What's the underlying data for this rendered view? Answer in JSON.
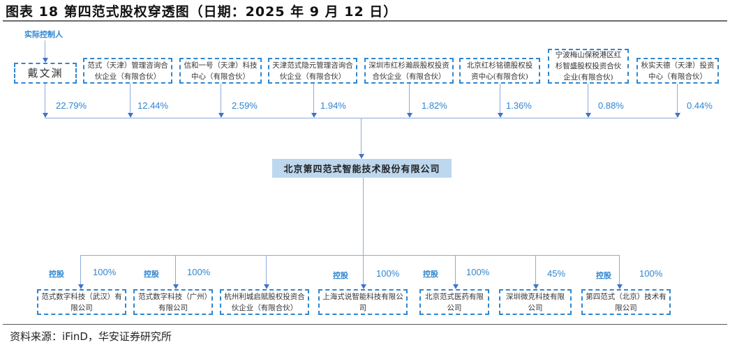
{
  "title": "图表 18 第四范式股权穿透图（日期：2025 年 9 月 12 日）",
  "source": "资料来源：iFinD，华安证券研究所",
  "controller_label": "实际控制人",
  "colors": {
    "accent": "#2e86d0",
    "line": "#8eaadb",
    "arrow": "#4472c4",
    "center_fill": "#bdd7ee"
  },
  "center_company": "北京第四范式智能技术股份有限公司",
  "shareholders": [
    {
      "name": "戴文渊",
      "percent": "22.79%"
    },
    {
      "name": "范式（天津）管理咨询合伙企业（有限合伙）",
      "percent": "12.44%"
    },
    {
      "name": "信和一号（天津）科技中心（有限合伙）",
      "percent": "2.59%"
    },
    {
      "name": "天津范式隐元管理咨询合伙企业（有限合伙）",
      "percent": "1.94%"
    },
    {
      "name": "深圳市红杉瀚辰股权投资合伙企业（有限合伙）",
      "percent": "1.82%"
    },
    {
      "name": "北京红杉铭德股权投资中心(有限合伙)",
      "percent": "1.36%"
    },
    {
      "name": "宁波梅山保税港区红杉智盛股权投资合伙企业(有限合伙)",
      "percent": "0.88%"
    },
    {
      "name": "秋实天德（天津）投资中心（有限合伙）",
      "percent": "0.44%"
    }
  ],
  "subsidiaries": [
    {
      "name": "范式数字科技（武汉）有限公司",
      "control": "控股",
      "percent": "100%"
    },
    {
      "name": "范式数字科技（广州）有限公司",
      "control": "控股",
      "percent": "100%"
    },
    {
      "name": "杭州利城启赋股权投资合伙企业（有限合伙）",
      "control": "",
      "percent": ""
    },
    {
      "name": "上海式说智能科技有限公司",
      "control": "控股",
      "percent": "100%"
    },
    {
      "name": "北京范式医药有限公司",
      "control": "控股",
      "percent": "100%"
    },
    {
      "name": "深圳微克科技有限公司",
      "control": "",
      "percent": "45%"
    },
    {
      "name": "第四范式（北京）技术有限公司",
      "control": "控股",
      "percent": "100%"
    }
  ]
}
